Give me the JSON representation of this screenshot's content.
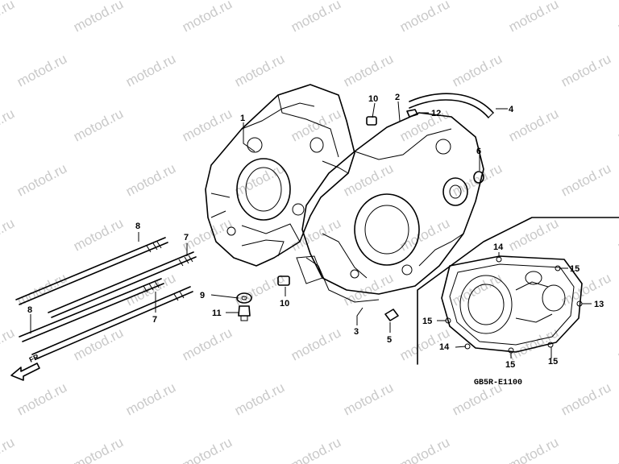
{
  "watermark_text": "motod.ru",
  "diagram_code": "GB5R-E1100",
  "front_marker": "FR.",
  "callouts": {
    "c1": "1",
    "c2": "2",
    "c3": "3",
    "c4": "4",
    "c5": "5",
    "c6": "6",
    "c7a": "7",
    "c7b": "7",
    "c8a": "8",
    "c8b": "8",
    "c9": "9",
    "c10a": "10",
    "c10b": "10",
    "c11": "11",
    "c12": "12",
    "c13": "13",
    "c14a": "14",
    "c14b": "14",
    "c15a": "15",
    "c15b": "15",
    "c15c": "15",
    "c15d": "15"
  }
}
